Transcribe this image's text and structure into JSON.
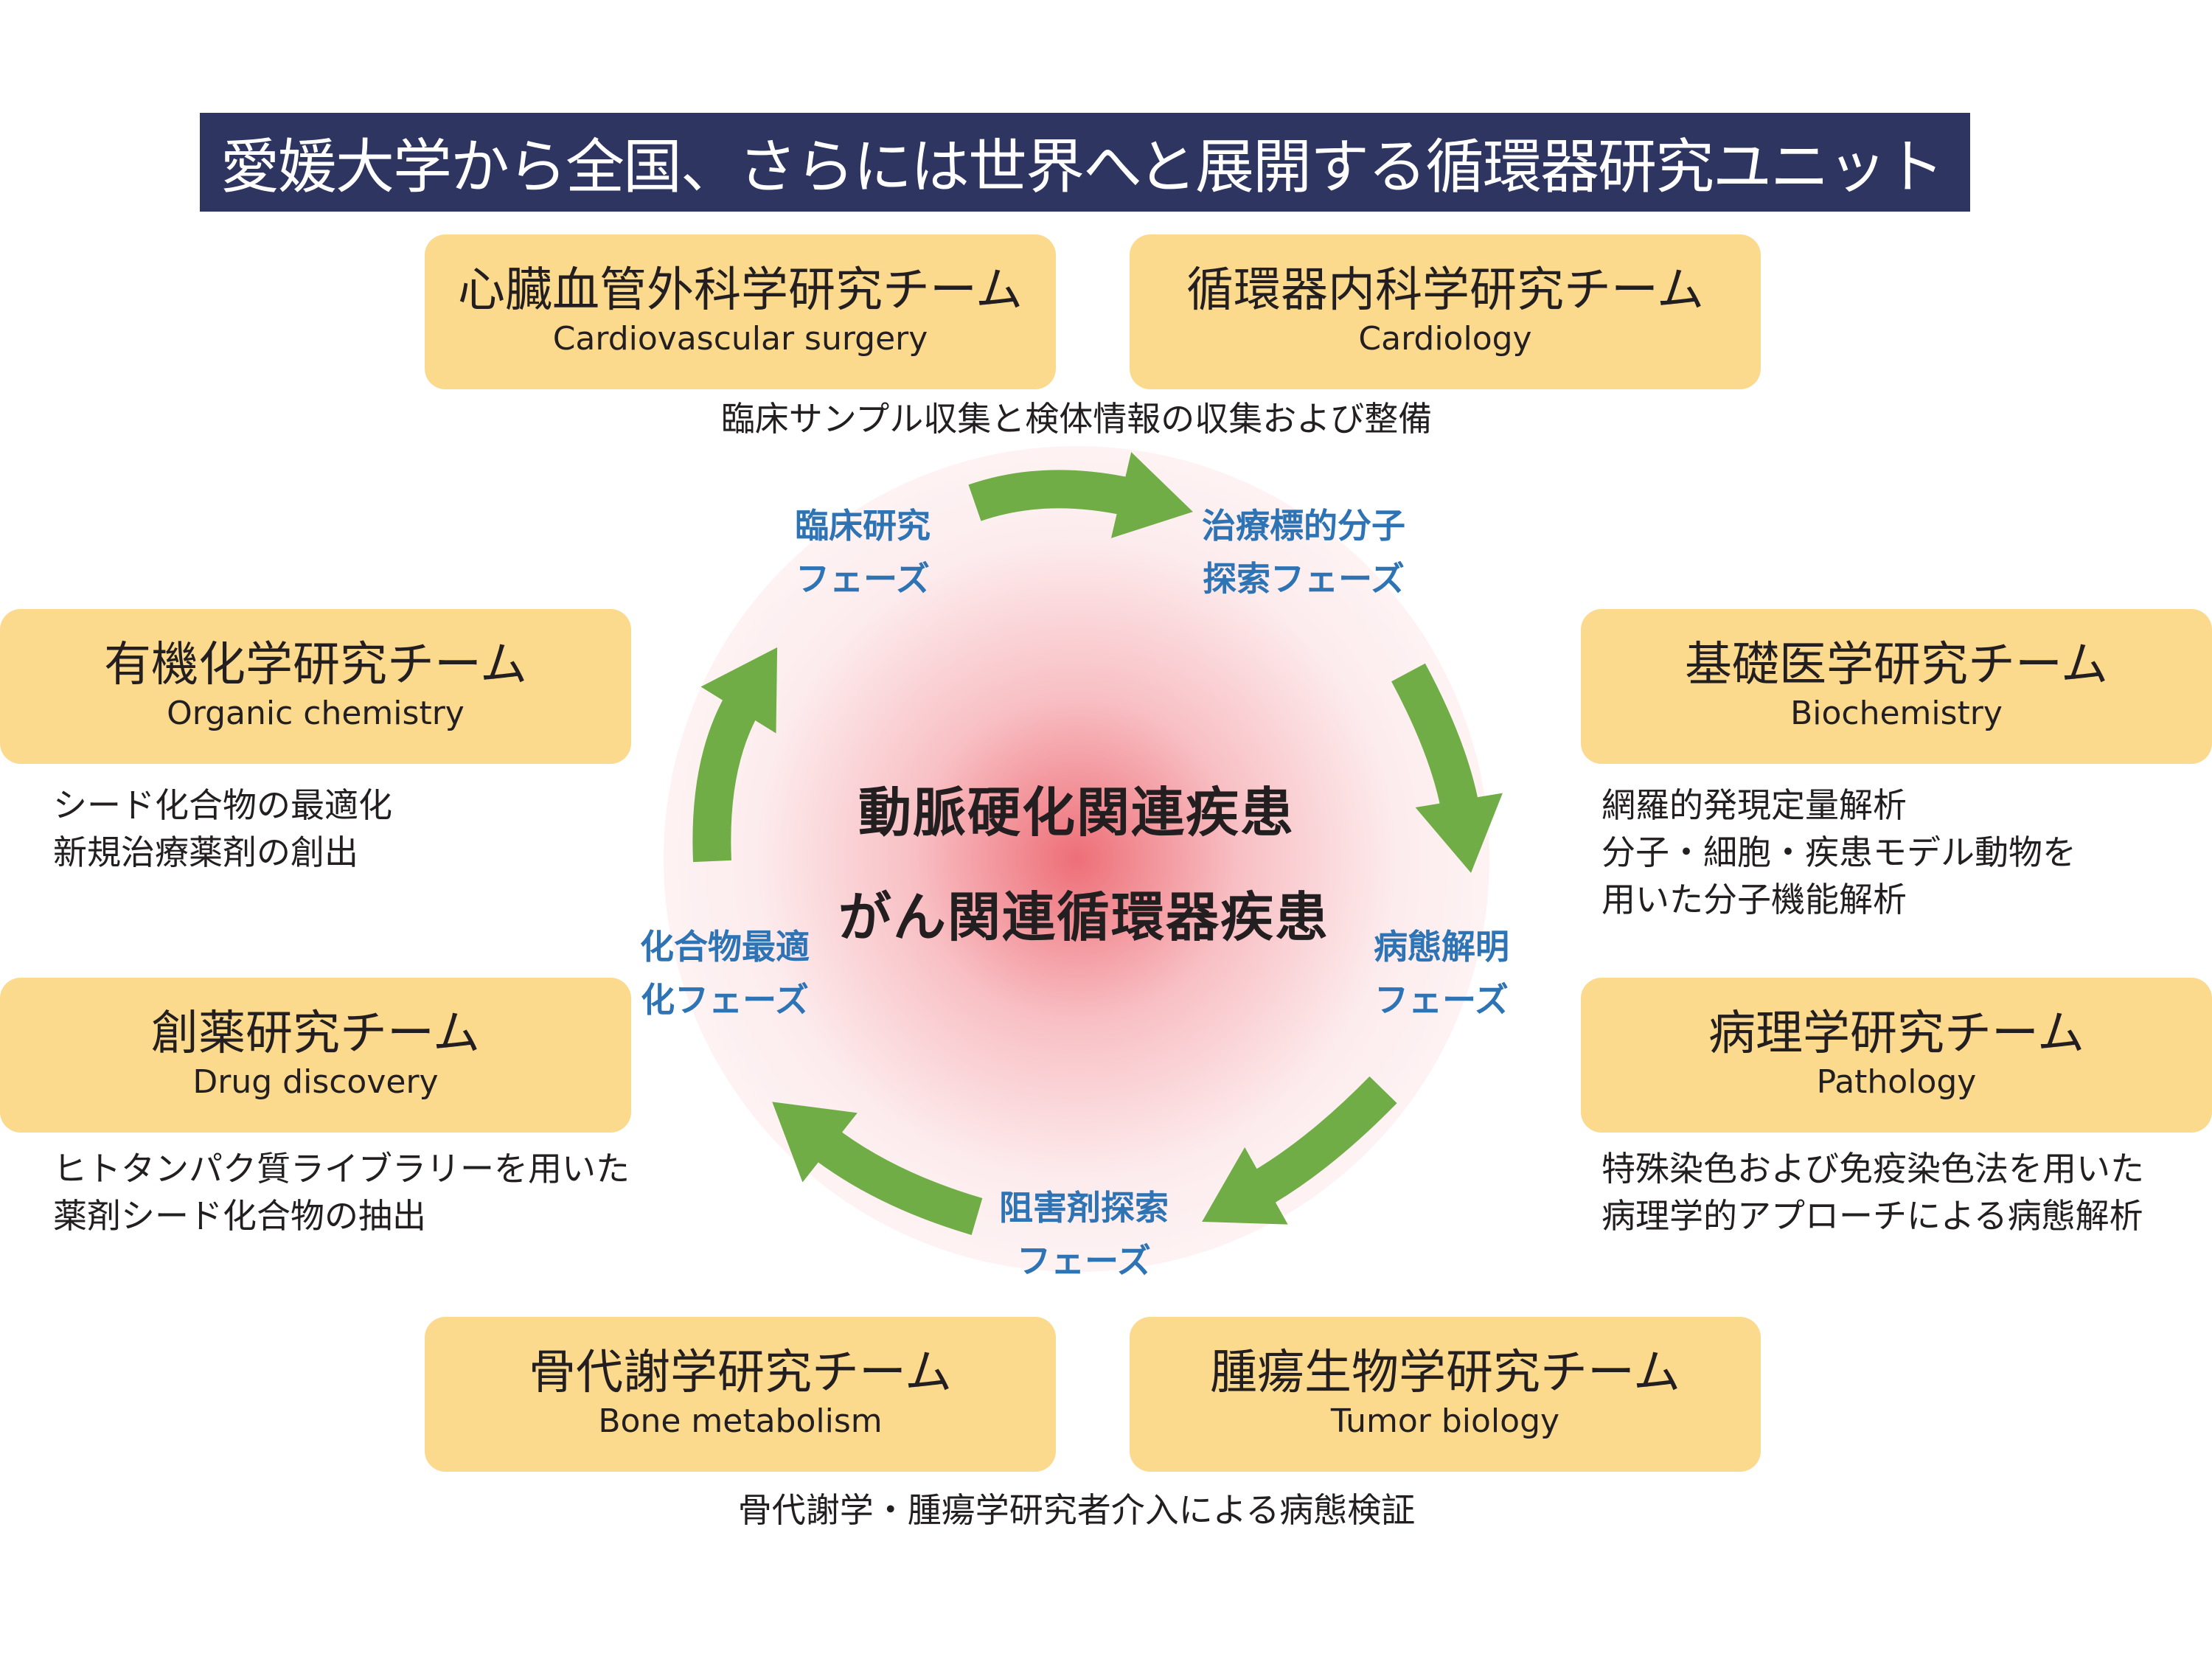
{
  "title": "愛媛大学から全国、さらには世界へと展開する循環器研究ユニット",
  "center": {
    "line1": "動脈硬化関連疾患",
    "line2": "がん関連循環器疾患"
  },
  "teams": [
    {
      "id": "cardiovascular-surgery",
      "jp": "心臓血管外科学研究チーム",
      "en": "Cardiovascular surgery"
    },
    {
      "id": "cardiology",
      "jp": "循環器内科学研究チーム",
      "en": "Cardiology"
    },
    {
      "id": "organic-chemistry",
      "jp": "有機化学研究チーム",
      "en": "Organic chemistry"
    },
    {
      "id": "biochemistry",
      "jp": "基礎医学研究チーム",
      "en": "Biochemistry"
    },
    {
      "id": "drug-discovery",
      "jp": "創薬研究チーム",
      "en": "Drug discovery"
    },
    {
      "id": "pathology",
      "jp": "病理学研究チーム",
      "en": "Pathology"
    },
    {
      "id": "bone-metabolism",
      "jp": "骨代謝学研究チーム",
      "en": "Bone metabolism"
    },
    {
      "id": "tumor-biology",
      "jp": "腫瘍生物学研究チーム",
      "en": "Tumor biology"
    }
  ],
  "notes": {
    "top": "臨床サンプル収集と検体情報の収集および整備",
    "organic": [
      "シード化合物の最適化",
      "新規治療薬剤の創出"
    ],
    "biochem": [
      "網羅的発現定量解析",
      "分子・細胞・疾患モデル動物を",
      "用いた分子機能解析"
    ],
    "drug": [
      "ヒトタンパク質ライブラリーを用いた",
      "薬剤シード化合物の抽出"
    ],
    "pathology": [
      "特殊染色および免疫染色法を用いた",
      "病理学的アプローチによる病態解析"
    ],
    "bottom": "骨代謝学・腫瘍学研究者介入による病態検証"
  },
  "phases": {
    "clinical": [
      "臨床研究",
      "フェーズ"
    ],
    "target": [
      "治療標的分子",
      "探索フェーズ"
    ],
    "pathology": [
      "病態解明",
      "フェーズ"
    ],
    "inhibitor": [
      "阻害剤探索",
      "フェーズ"
    ],
    "optimization": [
      "化合物最適",
      "化フェーズ"
    ]
  },
  "colors": {
    "title_bg": "#2e3560",
    "team_box": "#fbd98d",
    "phase_text": "#2e74b5",
    "arrow": "#70ad47",
    "center_glow": "#ec5f69"
  }
}
